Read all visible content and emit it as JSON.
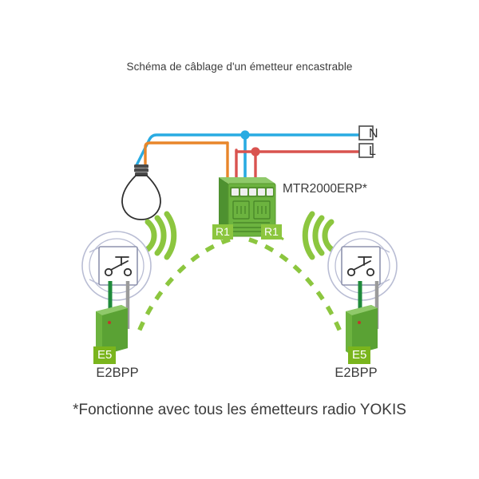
{
  "page": {
    "title": "Schéma de câblage d'un émetteur encastrable",
    "footnote": "*Fonctionne avec tous les émetteurs radio YOKIS",
    "background_color": "#ffffff"
  },
  "diagram": {
    "module": {
      "name": "MTR2000ERP*",
      "body_color": "#6cb33f",
      "terminal_count": 5,
      "output_badges": [
        {
          "label": "R1",
          "side": "left"
        },
        {
          "label": "R1",
          "side": "right"
        }
      ]
    },
    "mains_terminals": [
      {
        "label": "N",
        "wire_color": "#29abe2",
        "role": "neutral"
      },
      {
        "label": "L",
        "wire_color": "#d9534f",
        "role": "line"
      }
    ],
    "lamp": {
      "icon": "light-bulb-icon",
      "wires": [
        {
          "color": "#29abe2",
          "role": "neutral"
        },
        {
          "color": "#e8862a",
          "role": "switched-live"
        }
      ]
    },
    "wire_colors": {
      "neutral_blue": "#29abe2",
      "line_red": "#d9534f",
      "lamp_orange": "#e8862a",
      "radio_green": "#8cc63f",
      "device_green": "#6cb33f",
      "probe_green": "#1f8a3b",
      "probe_gray": "#9a9a9a"
    },
    "transmitters": [
      {
        "side": "left",
        "badge": "E5",
        "label": "E2BPP",
        "icon": "wall-switch-icon",
        "radio_icon": "radio-waves-icon",
        "radio_arc_count": 3
      },
      {
        "side": "right",
        "badge": "E5",
        "label": "E2BPP",
        "icon": "wall-switch-icon",
        "radio_icon": "radio-waves-icon",
        "radio_arc_count": 3
      }
    ],
    "radio_links": [
      {
        "from": "module",
        "to": "left-transmitter",
        "style": "dashed",
        "color": "#8cc63f"
      },
      {
        "from": "module",
        "to": "right-transmitter",
        "style": "dashed",
        "color": "#8cc63f"
      }
    ],
    "junction_dots": [
      {
        "color": "#29abe2",
        "on": "neutral"
      },
      {
        "color": "#d9534f",
        "on": "line"
      }
    ]
  }
}
